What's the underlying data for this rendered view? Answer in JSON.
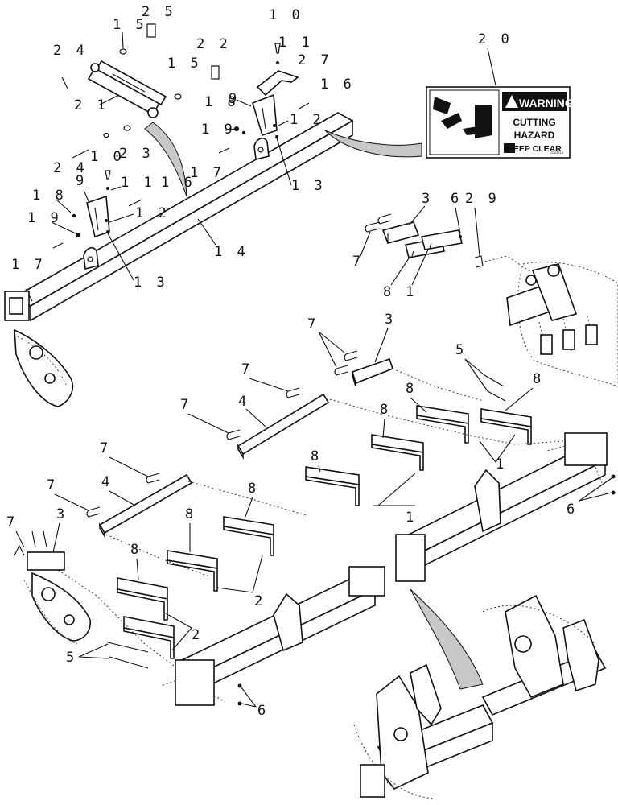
{
  "decal": {
    "signal_word": "WARNING",
    "hazard_line1": "CUTTING",
    "hazard_line2": "HAZARD",
    "instruction": "KEEP CLEAR",
    "code": "2024214"
  },
  "callouts": {
    "c25": "2 5",
    "c15a": "1 5",
    "c10a": "1 0",
    "c11a": "1 1",
    "c27": "2 7",
    "c24a": "2 4",
    "c22": "2 2",
    "c15b": "1 5",
    "c16a": "1 6",
    "c20": "2 0",
    "c21": "2 1",
    "c18a": "1 8",
    "c9a": "9",
    "c12a": "1 2",
    "c19a": "1 9",
    "c10b": "1 0",
    "c23": "2 3",
    "c24b": "2 4",
    "c17a": "1 7",
    "c13a": "1 3",
    "c9b": "9",
    "c11b": "1 1",
    "c16b": "1 6",
    "c18b": "1 8",
    "c12b": "1 2",
    "c19b": "1 9",
    "c14": "1 4",
    "c17b": "1 7",
    "c13b": "1 3",
    "c3a": "3",
    "c6a": "6",
    "c29": "2 9",
    "c7a": "7",
    "c8a": "8",
    "c1a": "1",
    "c7b": "7",
    "c3b": "3",
    "c5a": "5",
    "c8b": "8",
    "c7c": "7",
    "c4a": "4",
    "c8c": "8",
    "c7d": "7",
    "c8d": "8",
    "c1b": "1",
    "c6b": "6",
    "c1c": "1",
    "c7e": "7",
    "c4b": "4",
    "c8e": "8",
    "c7f": "7",
    "c8f": "8",
    "c7g": "7",
    "c3c": "3",
    "c8g": "8",
    "c2a": "2",
    "c8h": "8",
    "c2b": "2",
    "c5b": "5",
    "c6c": "6"
  }
}
